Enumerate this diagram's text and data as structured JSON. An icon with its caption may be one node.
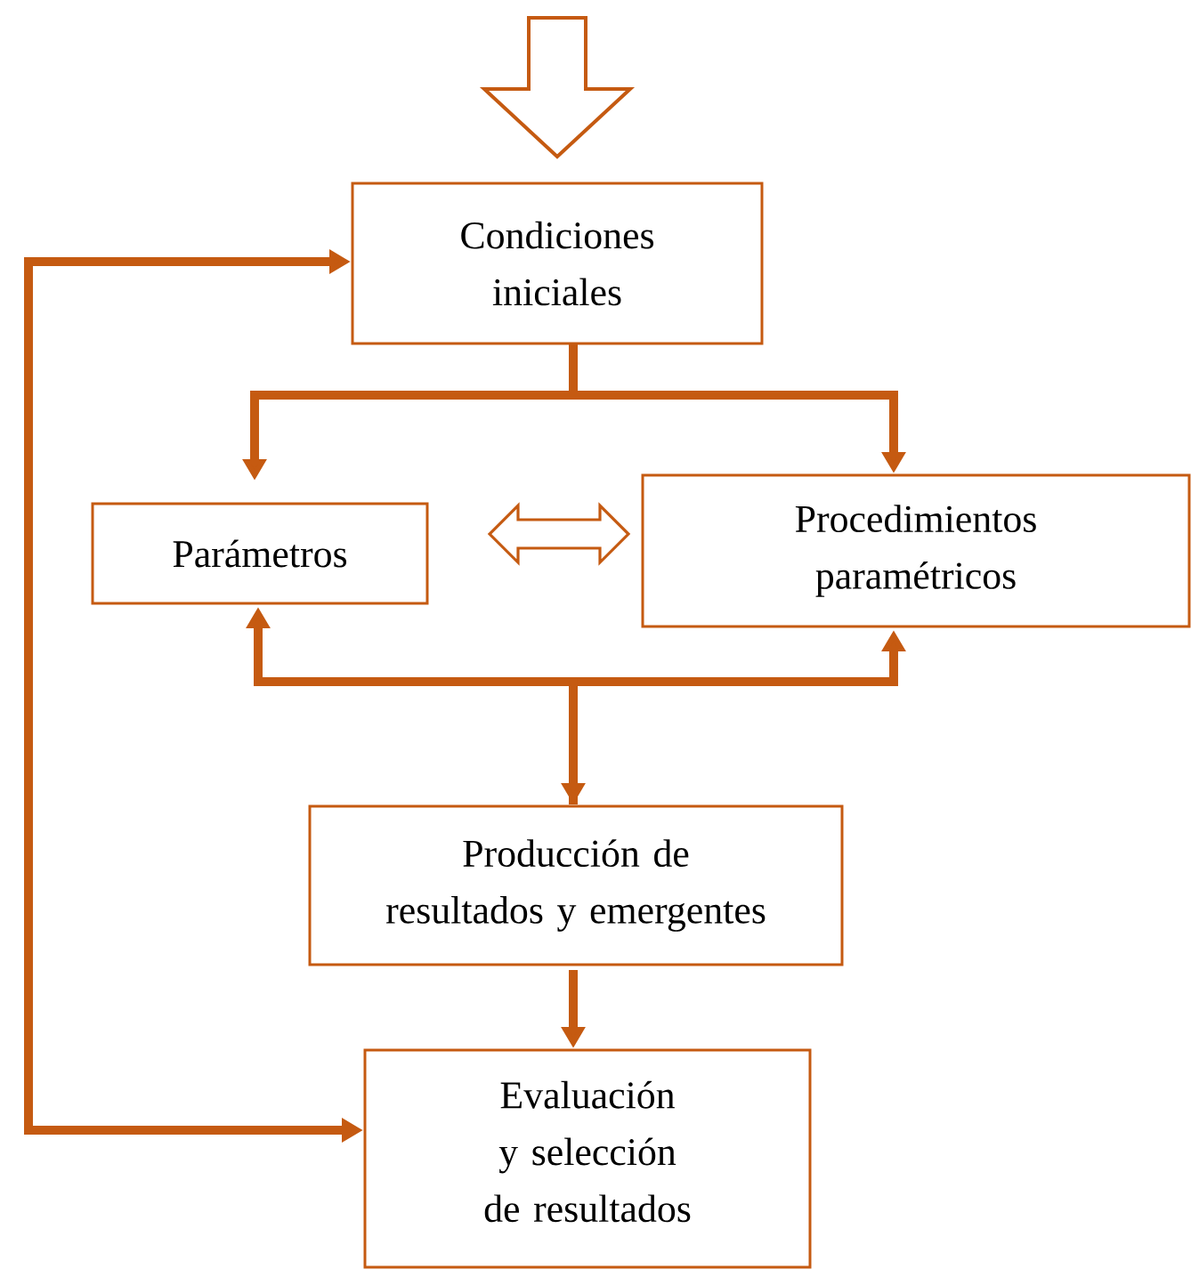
{
  "diagram": {
    "nodes": [
      {
        "text": [
          "Condiciones iniciales"
        ]
      },
      {
        "text": [
          "Parámetros"
        ]
      },
      {
        "text": [
          "Procedimientos paramétricos"
        ]
      },
      {
        "text": [
          "Producción de resultados y emergentes"
        ]
      },
      {
        "text": [
          "Evaluación y selección de resultados"
        ]
      }
    ],
    "edges": [
      {
        "from": null,
        "to": 0,
        "arrow": "to"
      },
      {
        "from": 0,
        "to": 1,
        "arrow": "to"
      },
      {
        "from": 0,
        "to": 2,
        "arrow": "to"
      },
      {
        "from": 1,
        "to": 2,
        "arrow": "both"
      },
      {
        "from": 1,
        "to": 3,
        "arrow": "both"
      },
      {
        "from": 3,
        "to": 2,
        "arrow": "to"
      },
      {
        "from": 3,
        "to": 4,
        "arrow": "to"
      },
      {
        "from": 4,
        "to": 0,
        "arrow": "both"
      }
    ]
  }
}
